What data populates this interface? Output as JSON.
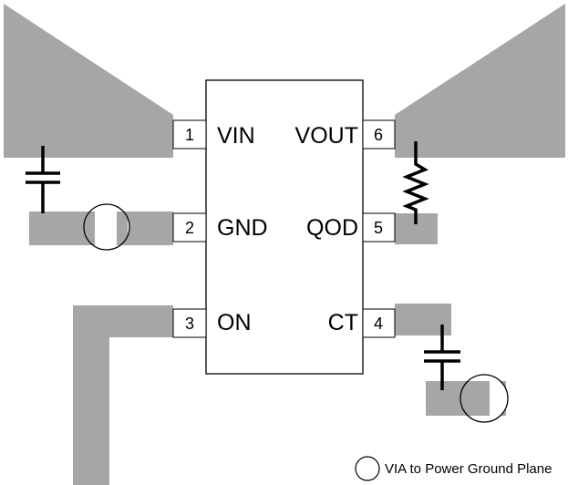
{
  "colors": {
    "copper": "#a6a6a6",
    "stroke": "#000000",
    "background": "#ffffff"
  },
  "ic": {
    "pins": [
      {
        "number": "1",
        "label": "VIN"
      },
      {
        "number": "2",
        "label": "GND"
      },
      {
        "number": "3",
        "label": "ON"
      },
      {
        "number": "4",
        "label": "CT"
      },
      {
        "number": "5",
        "label": "QOD"
      },
      {
        "number": "6",
        "label": "VOUT"
      }
    ]
  },
  "legend": {
    "icon": "circle-icon",
    "text": "VIA to Power Ground Plane"
  }
}
